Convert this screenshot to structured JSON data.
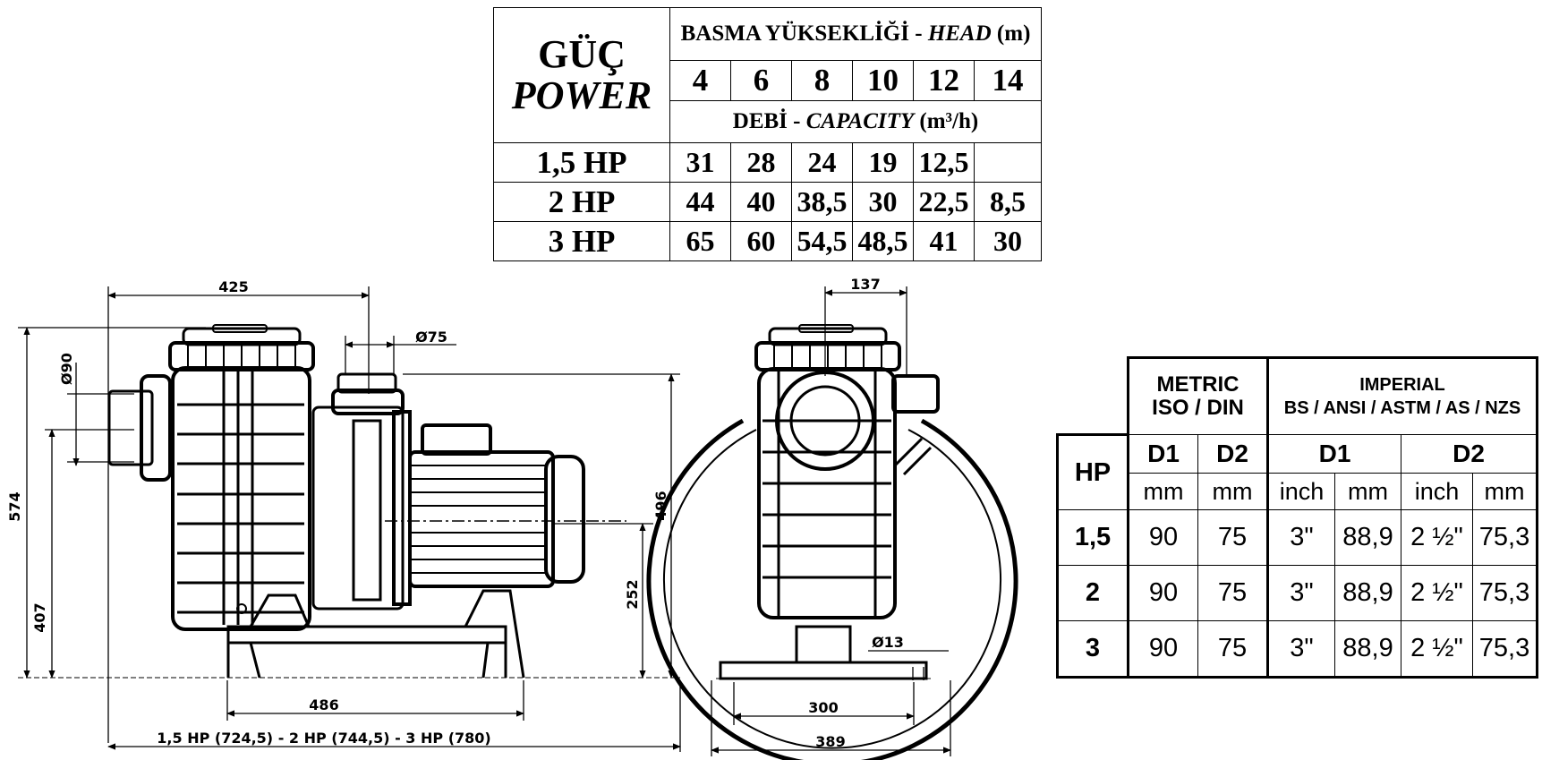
{
  "performance_table": {
    "power_label_tr": "GÜÇ",
    "power_label_en": "POWER",
    "head_label_tr": "BASMA YÜKSEKLİĞİ - ",
    "head_label_en": "HEAD",
    "head_unit": " (m)",
    "heads": [
      "4",
      "6",
      "8",
      "10",
      "12",
      "14"
    ],
    "capacity_label_tr": "DEBİ - ",
    "capacity_label_en": "CAPACITY",
    "capacity_unit": " (m³/h)",
    "rows": [
      {
        "power": "1,5 HP",
        "values": [
          "31",
          "28",
          "24",
          "19",
          "12,5",
          ""
        ]
      },
      {
        "power": "2 HP",
        "values": [
          "44",
          "40",
          "38,5",
          "30",
          "22,5",
          "8,5"
        ]
      },
      {
        "power": "3 HP",
        "values": [
          "65",
          "60",
          "54,5",
          "48,5",
          "41",
          "30"
        ]
      }
    ]
  },
  "dimensions_table": {
    "metric_title": "METRIC",
    "metric_sub": "ISO / DIN",
    "imperial_title": "IMPERIAL",
    "imperial_sub": "BS / ANSI / ASTM / AS /  NZS",
    "hp_label": "HP",
    "d1_label": "D1",
    "d2_label": "D2",
    "unit_mm": "mm",
    "unit_inch": "inch",
    "rows": [
      {
        "hp": "1,5",
        "metric_d1": "90",
        "metric_d2": "75",
        "imp_d1_inch": "3\"",
        "imp_d1_mm": "88,9",
        "imp_d2_inch": "2 ½\"",
        "imp_d2_mm": "75,3"
      },
      {
        "hp": "2",
        "metric_d1": "90",
        "metric_d2": "75",
        "imp_d1_inch": "3\"",
        "imp_d1_mm": "88,9",
        "imp_d2_inch": "2 ½\"",
        "imp_d2_mm": "75,3"
      },
      {
        "hp": "3",
        "metric_d1": "90",
        "metric_d2": "75",
        "imp_d1_inch": "3\"",
        "imp_d1_mm": "88,9",
        "imp_d2_inch": "2 ½\"",
        "imp_d2_mm": "75,3"
      }
    ]
  },
  "side_view": {
    "dim_425": "425",
    "dim_d75": "Ø75",
    "dim_d90": "Ø90",
    "dim_574": "574",
    "dim_407": "407",
    "dim_496": "496",
    "dim_252": "252",
    "dim_486": "486",
    "overall_length": "1,5 HP (724,5) - 2 HP (744,5) - 3 HP (780)"
  },
  "front_view": {
    "dim_137": "137",
    "dim_d13": "Ø13",
    "dim_300": "300",
    "dim_389": "389"
  }
}
